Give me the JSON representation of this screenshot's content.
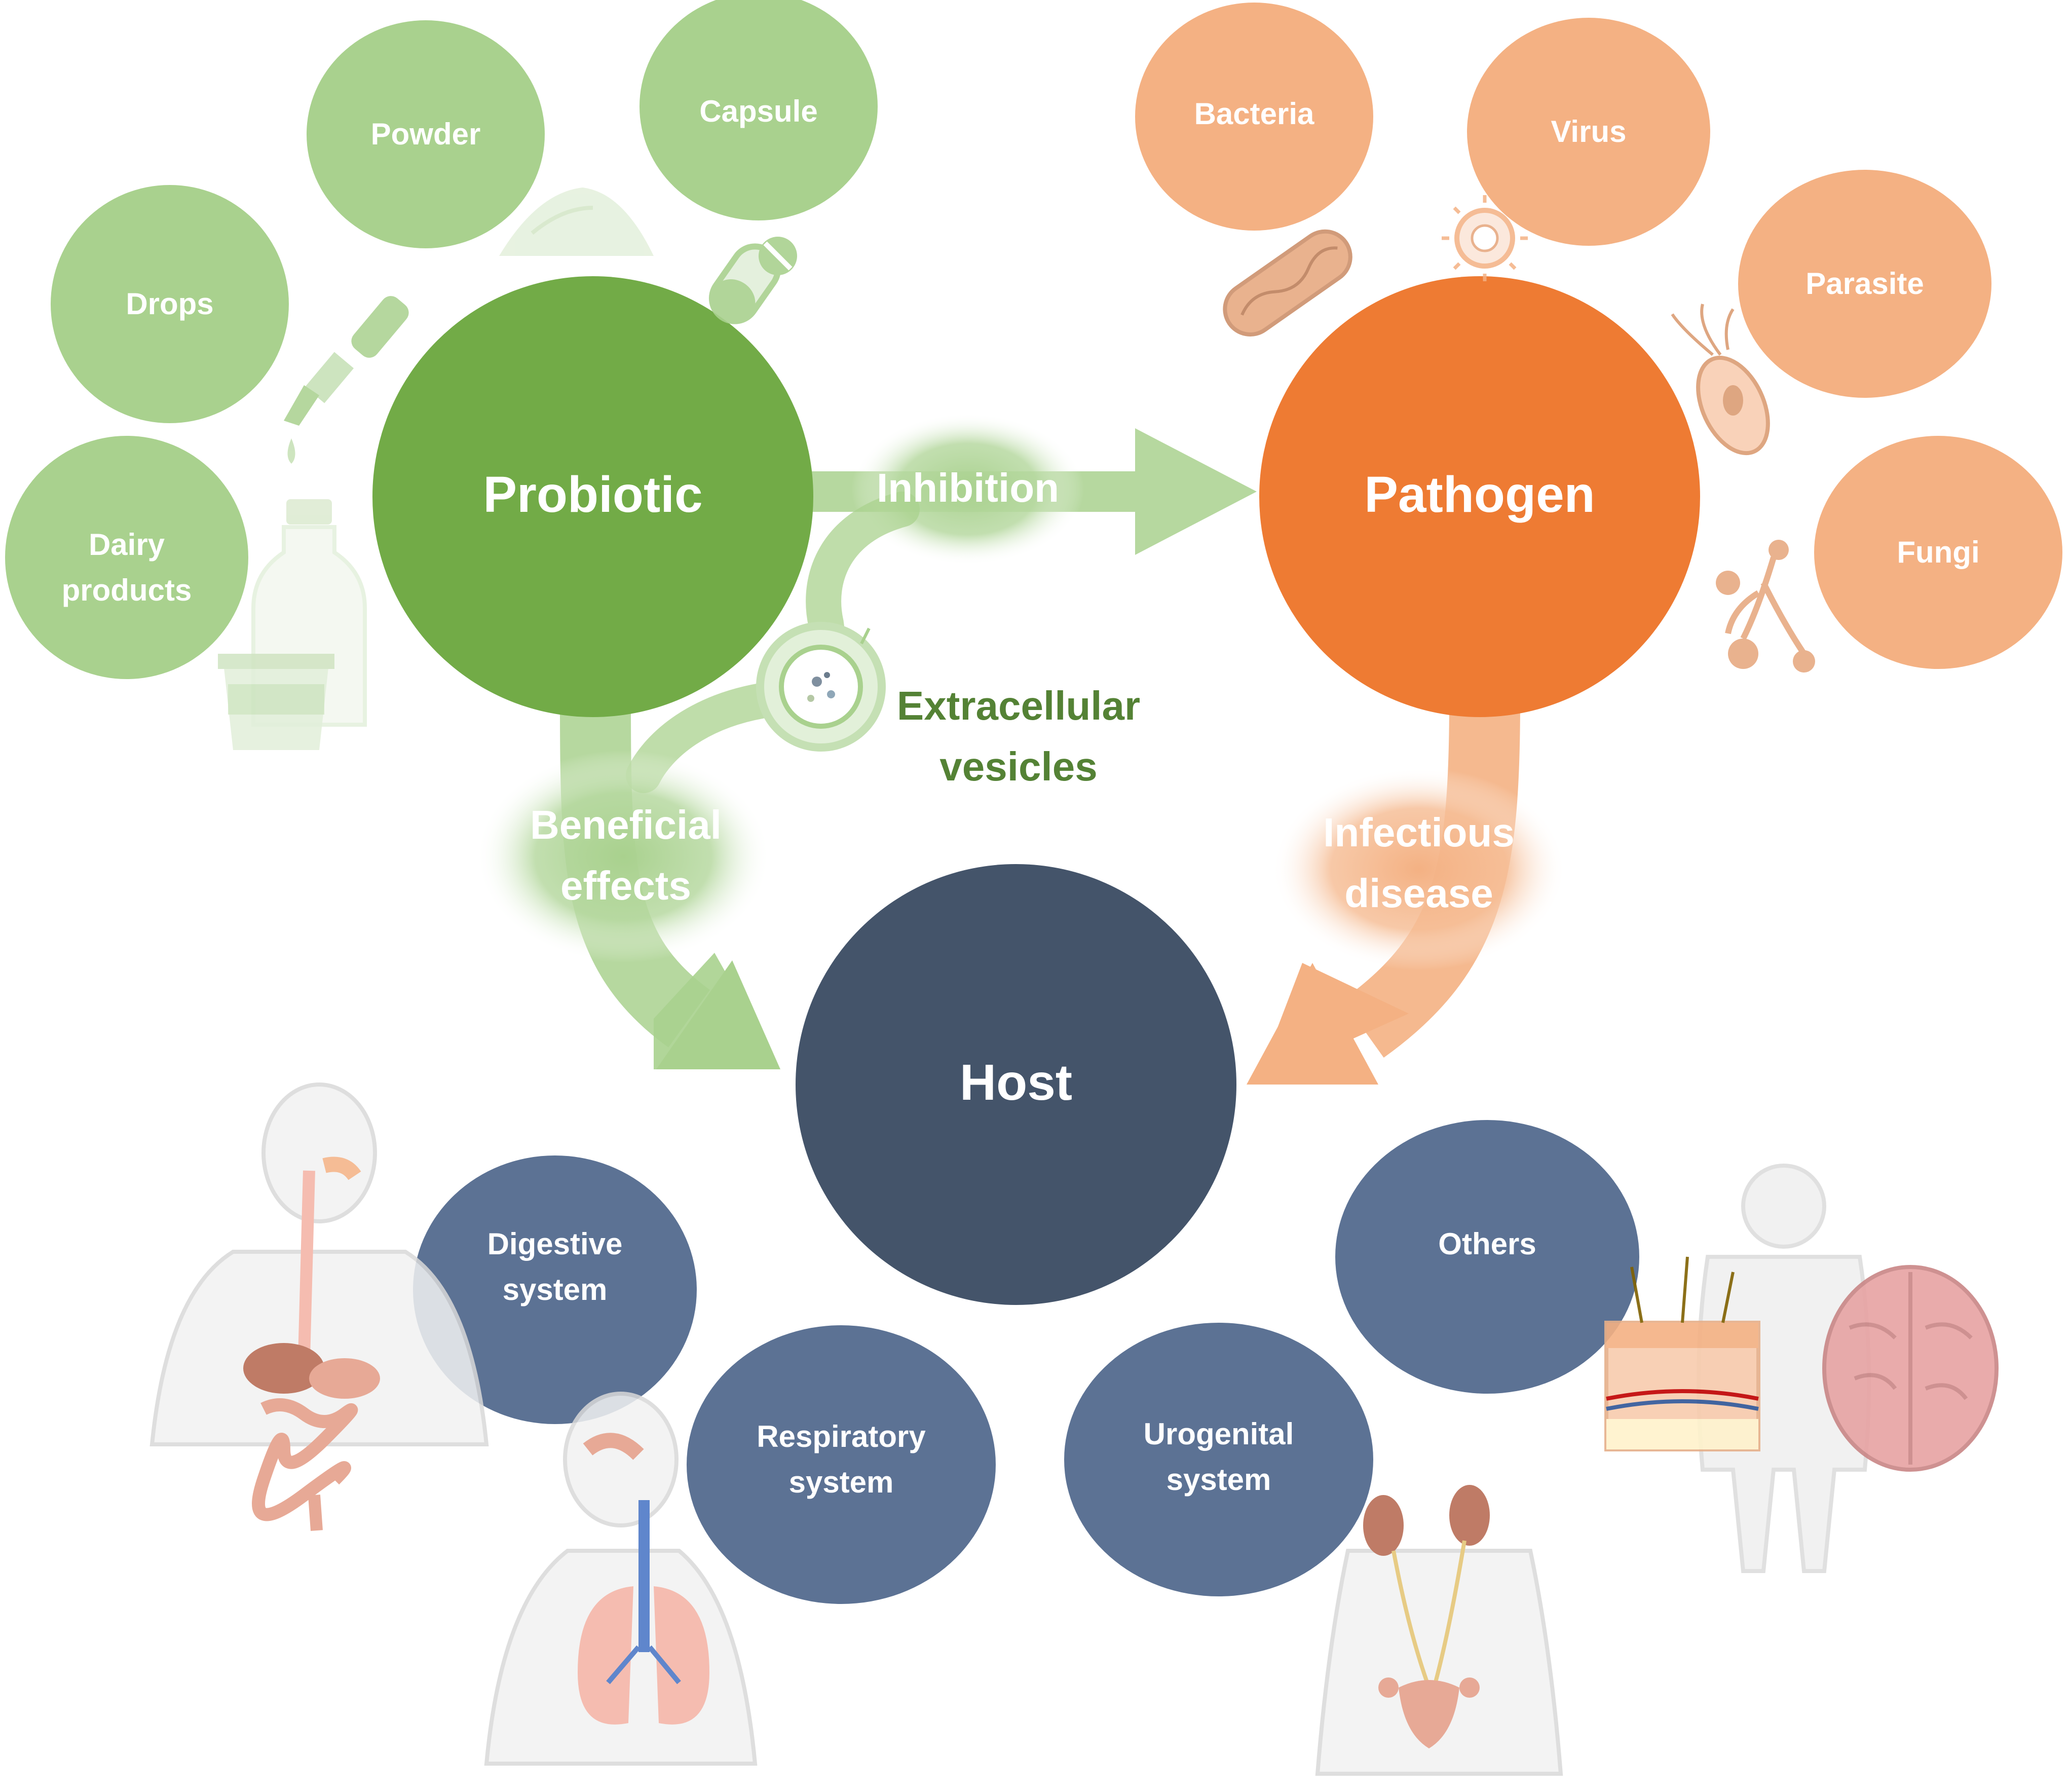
{
  "colors": {
    "probiotic": "#72ab47",
    "probiotic_light": "#a9d18e",
    "pathogen": "#ee7b33",
    "pathogen_light": "#f4b183",
    "host": "#44546a",
    "host_light": "#5c7294",
    "ev_text": "#548235"
  },
  "main": {
    "probiotic": "Probiotic",
    "pathogen": "Pathogen",
    "host": "Host"
  },
  "arrows": {
    "inhibition": "Inhibition",
    "ev_line1": "Extracellular",
    "ev_line2": "vesicles",
    "beneficial_line1": "Beneficial",
    "beneficial_line2": "effects",
    "infectious_line1": "Infectious",
    "infectious_line2": "disease"
  },
  "forms": {
    "dairy_line1": "Dairy",
    "dairy_line2": "products",
    "drops": "Drops",
    "powder": "Powder",
    "capsule": "Capsule"
  },
  "pathogens": {
    "bacteria": "Bacteria",
    "virus": "Virus",
    "parasite": "Parasite",
    "fungi": "Fungi"
  },
  "systems": {
    "digestive_line1": "Digestive",
    "digestive_line2": "system",
    "respiratory_line1": "Respiratory",
    "respiratory_line2": "system",
    "urogenital_line1": "Urogenital",
    "urogenital_line2": "system",
    "others": "Others"
  },
  "icons": [
    "dropper-icon",
    "powder-icon",
    "capsule-icon",
    "milk-bottle-icon",
    "yogurt-icon",
    "bacteria-icon",
    "virus-icon",
    "parasite-icon",
    "fungi-icon",
    "vesicle-icon",
    "digestive-body-icon",
    "respiratory-body-icon",
    "urogenital-body-icon",
    "full-body-icon",
    "skin-icon",
    "brain-icon"
  ]
}
